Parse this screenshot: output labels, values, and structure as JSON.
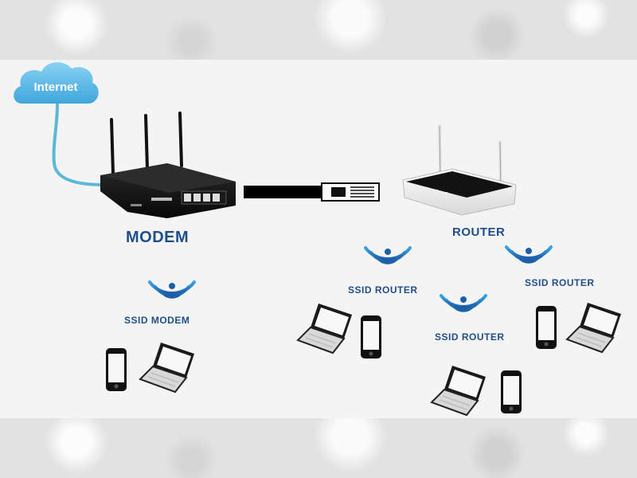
{
  "labels": {
    "internet": "Internet",
    "modem": "MODEM",
    "router": "ROUTER",
    "ssid_modem": "SSID MODEM",
    "ssid_router_1": "SSID ROUTER",
    "ssid_router_2": "SSID ROUTER",
    "ssid_router_3": "SSID ROUTER"
  },
  "colors": {
    "label_blue": "#1f4f8a",
    "cloud_blue": "#5bbbe8",
    "internet_cable": "#5ab8d8",
    "wifi_blue": "#2a86cf",
    "device_black": "#111111",
    "router_white": "#f2f2f2"
  },
  "icons": [
    "cloud-icon",
    "modem-device",
    "router-device",
    "ethernet-cable",
    "wifi-icon",
    "smartphone-icon",
    "laptop-icon"
  ]
}
